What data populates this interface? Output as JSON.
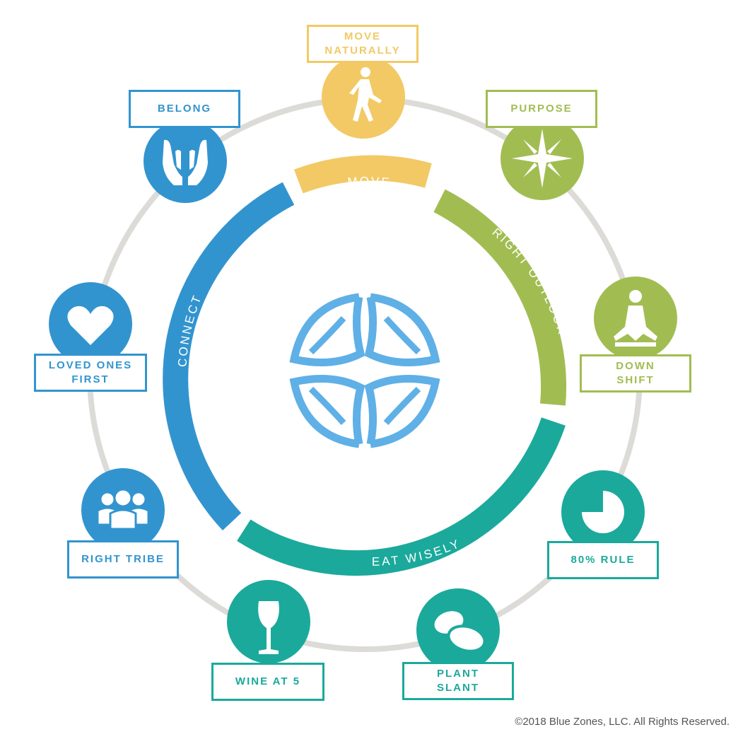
{
  "colors": {
    "move": "#f2c965",
    "outlook": "#a1bd52",
    "eat": "#1ba99b",
    "connect": "#3294cf",
    "outer_ring": "#dcdbd7",
    "logo": "#5fb0e6"
  },
  "inner_ring": {
    "move": "MOVE",
    "right_outlook": "RIGHT OUTLOOK",
    "eat_wisely": "EAT WISELY",
    "connect": "CONNECT"
  },
  "principles": [
    {
      "id": "move-naturally",
      "label": "MOVE\nNATURALLY",
      "icon": "walking-person-icon",
      "group": "move"
    },
    {
      "id": "purpose",
      "label": "PURPOSE",
      "icon": "compass-star-icon",
      "group": "outlook"
    },
    {
      "id": "down-shift",
      "label": "DOWN\nSHIFT",
      "icon": "meditation-icon",
      "group": "outlook"
    },
    {
      "id": "80-rule",
      "label": "80% RULE",
      "icon": "pie-clock-icon",
      "group": "eat"
    },
    {
      "id": "plant-slant",
      "label": "PLANT\nSLANT",
      "icon": "beans-icon",
      "group": "eat"
    },
    {
      "id": "wine-at-5",
      "label": "WINE AT 5",
      "icon": "wine-glass-icon",
      "group": "eat"
    },
    {
      "id": "right-tribe",
      "label": "RIGHT TRIBE",
      "icon": "group-people-icon",
      "group": "connect"
    },
    {
      "id": "loved-ones-first",
      "label": "LOVED ONES\nFIRST",
      "icon": "heart-icon",
      "group": "connect"
    },
    {
      "id": "belong",
      "label": "BELONG",
      "icon": "hands-icon",
      "group": "connect"
    }
  ],
  "copyright": "©2018 Blue Zones, LLC. All Rights Reserved."
}
